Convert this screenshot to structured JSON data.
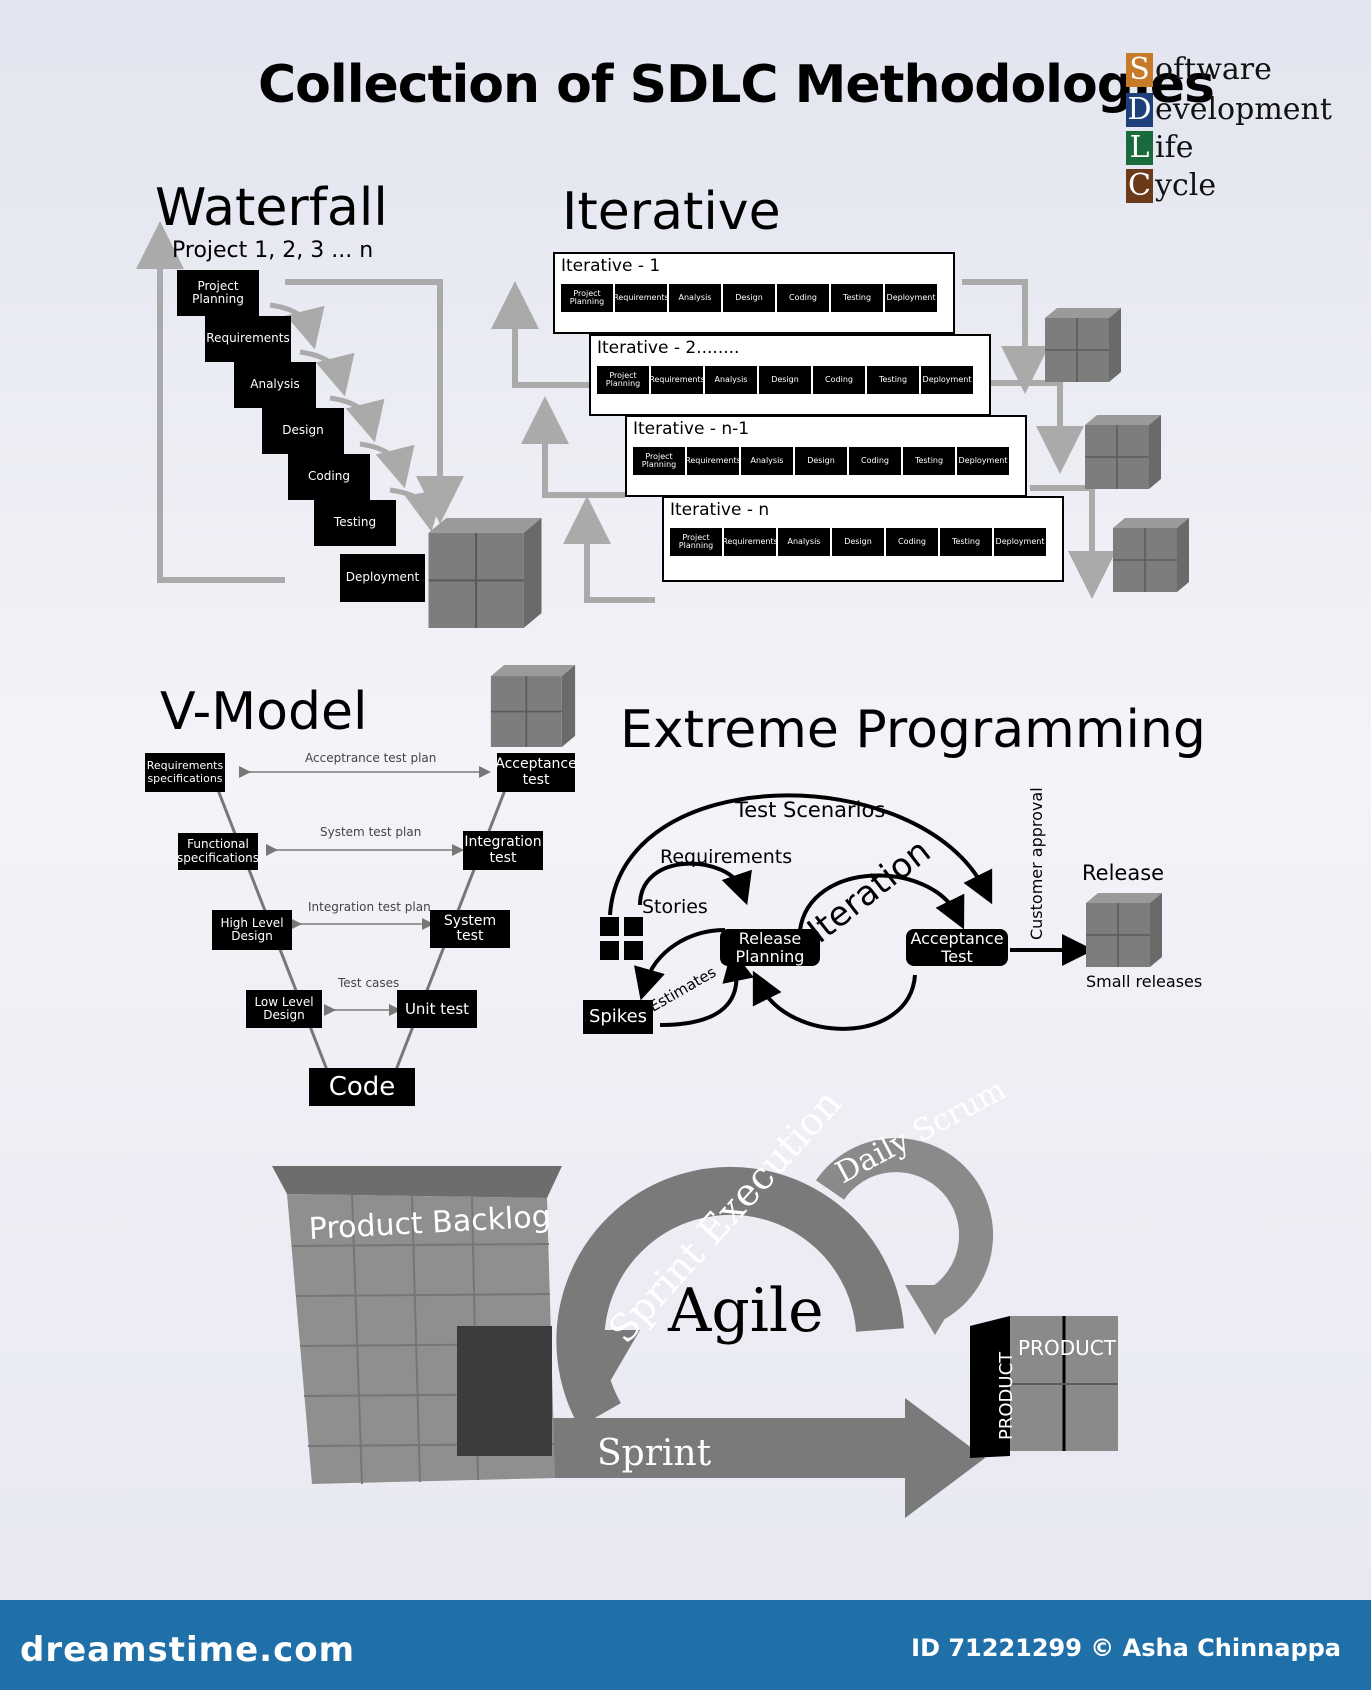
{
  "title": "Collection of SDLC Methodologies",
  "sdlc_acronym": [
    {
      "letter": "S",
      "rest": "oftware",
      "color": "#c77a2a"
    },
    {
      "letter": "D",
      "rest": "evelopment",
      "color": "#1d3f7a"
    },
    {
      "letter": "L",
      "rest": "ife",
      "color": "#1a6b3c"
    },
    {
      "letter": "C",
      "rest": "ycle",
      "color": "#6b3a1a"
    }
  ],
  "waterfall": {
    "title": "Waterfall",
    "subtitle": "Project 1, 2, 3 ... n",
    "steps": [
      "Project Planning",
      "Requirements",
      "Analysis",
      "Design",
      "Coding",
      "Testing",
      "Deployment"
    ]
  },
  "iterative": {
    "title": "Iterative",
    "panels": [
      "Iterative - 1",
      "Iterative - 2........",
      "Iterative - n-1",
      "Iterative - n"
    ],
    "phases": [
      "Project Planning",
      "Requirements",
      "Analysis",
      "Design",
      "Coding",
      "Testing",
      "Deployment"
    ]
  },
  "vmodel": {
    "title": "V-Model",
    "left": [
      "Requirements specifications",
      "Functional specifications",
      "High Level Design",
      "Low Level Design"
    ],
    "right": [
      "Acceptance test",
      "Integration test",
      "System test",
      "Unit test"
    ],
    "links": [
      "Acceptrance test plan",
      "System test plan",
      "Integration test plan",
      "Test cases"
    ],
    "bottom": "Code"
  },
  "xp": {
    "title": "Extreme Programming",
    "test_scenarios": "Test Scenarios",
    "requirements": "Requirements",
    "stories": "Stories",
    "release_planning": "Release Planning",
    "iteration": "Iteration",
    "acceptance_test": "Acceptance Test",
    "customer_approval": "Customer approval",
    "release": "Release",
    "small_releases": "Small releases",
    "spikes": "Spikes",
    "estimates": "Estimates"
  },
  "agile": {
    "product_backlog": "Product Backlog",
    "daily_scrum": "Daily Scrum",
    "sprint_execution": "Sprint Execution",
    "agile": "Agile",
    "sprint": "Sprint",
    "product_front": "PRODUCT",
    "product_side": "PRODUCT"
  },
  "footer": {
    "logo": "dreamstime.com",
    "id": "ID 71221299 © Asha Chinnappa"
  }
}
